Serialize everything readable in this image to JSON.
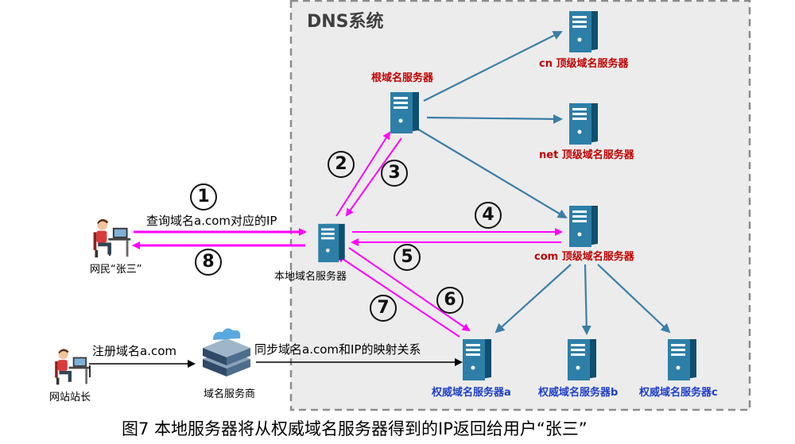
{
  "system_label": "DNS系统",
  "servers": {
    "root": "根域名服务器",
    "cn": "cn 顶级域名服务器",
    "net": "net 顶级域名服务器",
    "com": "com 顶级域名服务器",
    "local": "本地域名服务器",
    "auth_a": "权威域名服务器a",
    "auth_b": "权威域名服务器b",
    "auth_c": "权威域名服务器c"
  },
  "people": {
    "user": "网民“张三”",
    "webmaster": "网站站长",
    "registrar": "域名服务商"
  },
  "messages": {
    "query": "查询域名a.com对应的IP",
    "register": "注册域名a.com",
    "sync": "同步域名a.com和IP的映射关系"
  },
  "steps": [
    "1",
    "2",
    "3",
    "4",
    "5",
    "6",
    "7",
    "8"
  ],
  "caption": "图7 本地服务器将从权威域名服务器得到的IP返回给用户“张三”",
  "colors": {
    "query_arrow": "#ff00ff",
    "tree_arrow": "#3a7fa8",
    "server_body": "#1f6e96",
    "root_label": "#c00000",
    "auth_label": "#1f3fc8"
  }
}
